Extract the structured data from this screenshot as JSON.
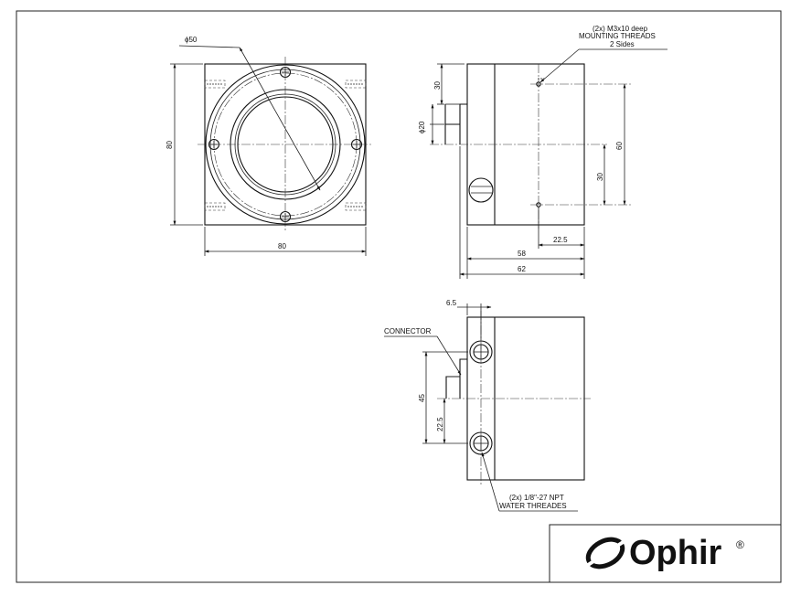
{
  "front_view": {
    "diameter_label": "ϕ50",
    "height_label": "80",
    "width_label": "80"
  },
  "side_view": {
    "note_line1": "(2x) M3x10 deep",
    "note_line2": "MOUNTING THREADS",
    "note_line3": "2 Sides",
    "dim_30_top": "30",
    "dim_phi20": "ϕ20",
    "dim_60": "60",
    "dim_30_right": "30",
    "dim_22_5": "22.5",
    "dim_58": "58",
    "dim_62": "62"
  },
  "back_view": {
    "dim_6_5": "6.5",
    "connector_label": "CONNECTOR",
    "dim_45": "45",
    "dim_22_5": "22.5",
    "note_line1": "(2x) 1/8\"-27 NPT",
    "note_line2": "WATER THREADES"
  },
  "title_block": {
    "brand": "Ophir",
    "registered_mark": "®"
  }
}
